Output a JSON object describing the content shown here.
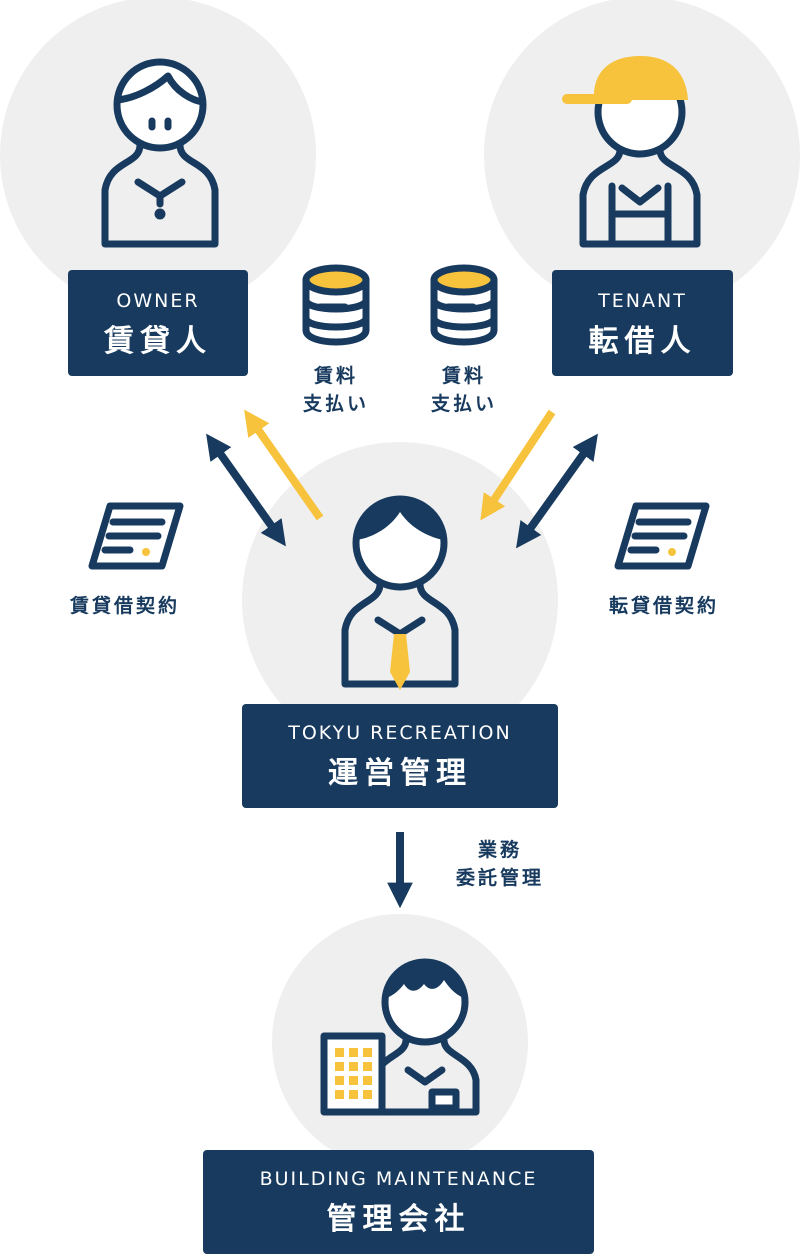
{
  "colors": {
    "navy": "#173a5e",
    "yellow": "#f7c23c",
    "circle_gray": "#efefef",
    "text_white": "#ffffff"
  },
  "nodes": {
    "owner": {
      "en": "OWNER",
      "jp": "賃貸人",
      "icon": "owner-person-icon"
    },
    "tenant": {
      "en": "TENANT",
      "jp": "転借人",
      "icon": "tenant-person-icon"
    },
    "operator": {
      "en": "TOKYU RECREATION",
      "jp": "運営管理",
      "icon": "manager-person-icon"
    },
    "maintenance": {
      "en": "BUILDING MAINTENANCE",
      "jp": "管理会社",
      "icon": "maintenance-person-icon"
    }
  },
  "edges": {
    "rent_left": {
      "line1": "賃料",
      "line2": "支払い",
      "icon": "coin-stack-icon"
    },
    "rent_right": {
      "line1": "賃料",
      "line2": "支払い",
      "icon": "coin-stack-icon"
    },
    "lease_left": {
      "label": "賃貸借契約",
      "icon": "contract-document-icon"
    },
    "lease_right": {
      "label": "転貸借契約",
      "icon": "contract-document-icon"
    },
    "delegation": {
      "line1": "業務",
      "line2": "委託管理"
    }
  }
}
